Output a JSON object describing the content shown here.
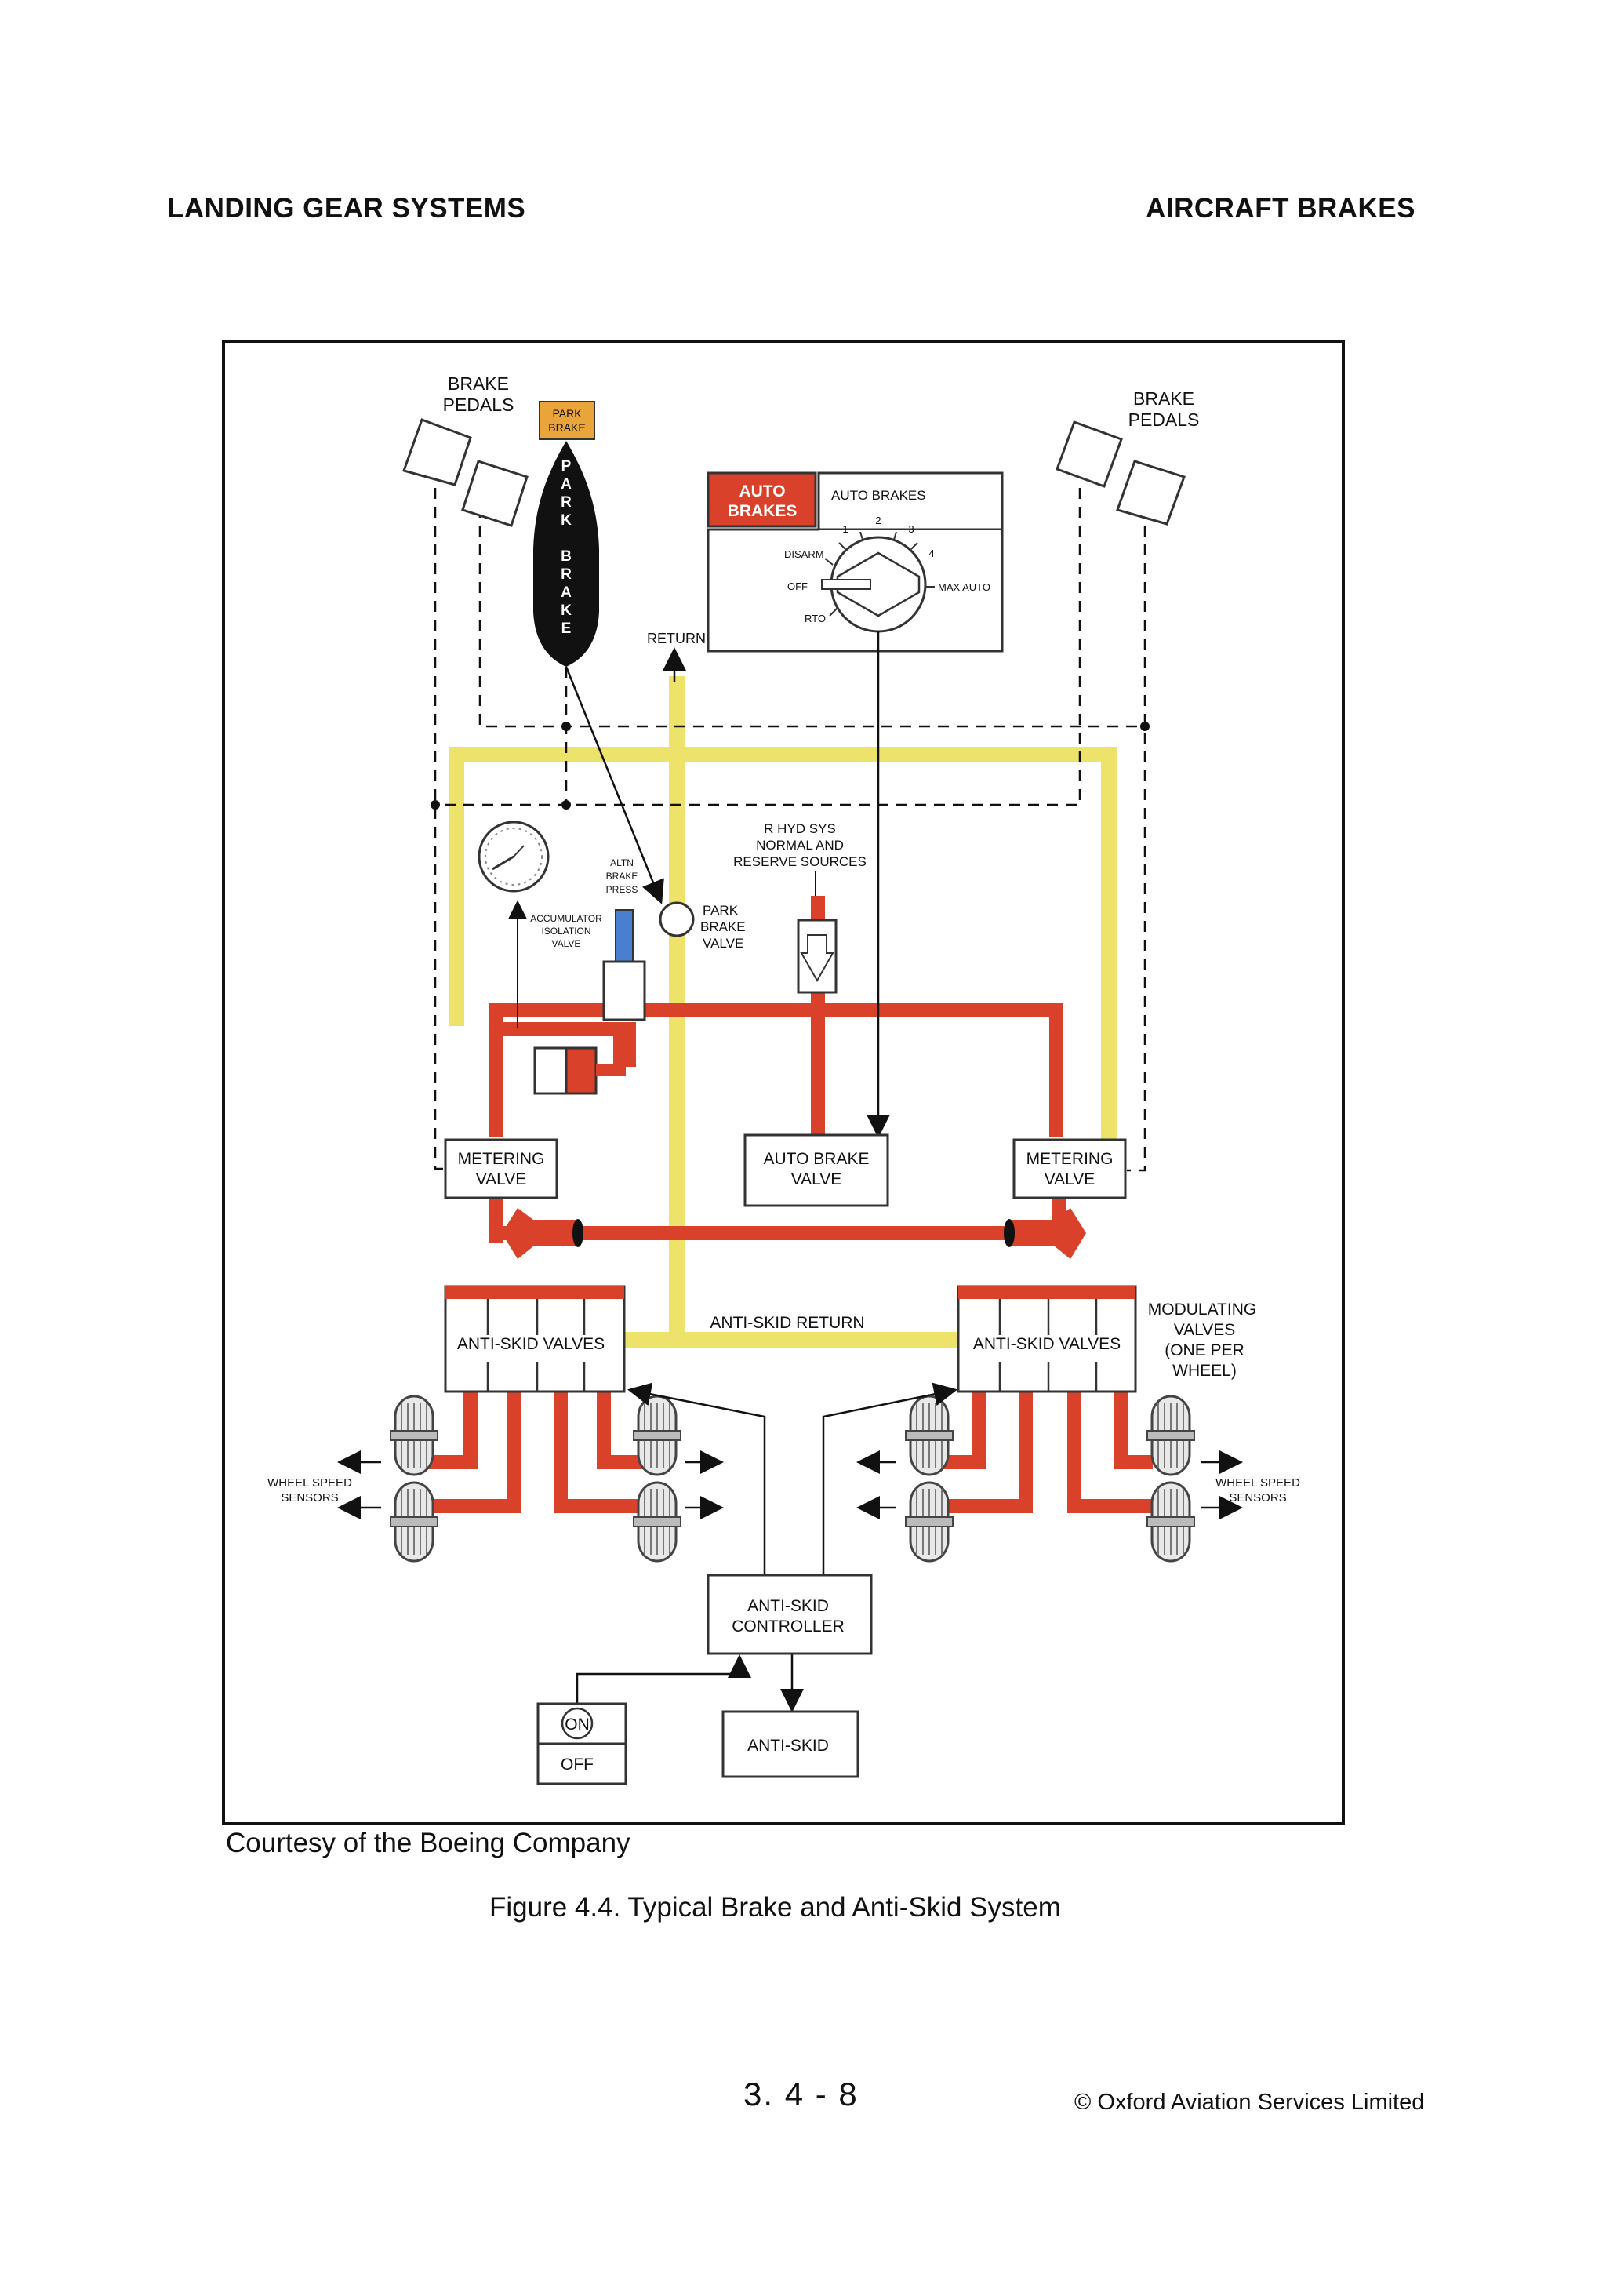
{
  "header": {
    "left": "LANDING GEAR SYSTEMS",
    "right": "AIRCRAFT BRAKES"
  },
  "diagram": {
    "brake_pedals_left": [
      "BRAKE",
      "PEDALS"
    ],
    "brake_pedals_right": [
      "BRAKE",
      "PEDALS"
    ],
    "park_brake_tag": [
      "PARK",
      "BRAKE"
    ],
    "park_brake_handle": [
      "P",
      "A",
      "R",
      "K",
      "",
      "B",
      "R",
      "A",
      "K",
      "E"
    ],
    "auto_brakes_button": [
      "AUTO",
      "BRAKES"
    ],
    "auto_brakes_panel_title": "AUTO BRAKES",
    "auto_brakes_positions": {
      "p1": "1",
      "p2": "2",
      "p3": "3",
      "p4": "4",
      "disarm": "DISARM",
      "off": "OFF",
      "rto": "RTO",
      "max_auto": "MAX AUTO"
    },
    "return_label": "RETURN",
    "hyd_source": [
      "R HYD SYS",
      "NORMAL AND",
      "RESERVE SOURCES"
    ],
    "altn_brake_press": [
      "ALTN",
      "BRAKE",
      "PRESS"
    ],
    "accumulator_valve": [
      "ACCUMULATOR",
      "ISOLATION",
      "VALVE"
    ],
    "park_brake_valve": [
      "PARK",
      "BRAKE",
      "VALVE"
    ],
    "metering_valve_left": [
      "METERING",
      "VALVE"
    ],
    "metering_valve_right": [
      "METERING",
      "VALVE"
    ],
    "auto_brake_valve": [
      "AUTO BRAKE",
      "VALVE"
    ],
    "anti_skid_return": "ANTI-SKID RETURN",
    "anti_skid_valves_left": "ANTI-SKID VALVES",
    "anti_skid_valves_right": "ANTI-SKID VALVES",
    "modulating_valves": [
      "MODULATING",
      "VALVES",
      "(ONE PER",
      "WHEEL)"
    ],
    "wheel_speed_sensors_left": [
      "WHEEL SPEED",
      "SENSORS"
    ],
    "wheel_speed_sensors_right": [
      "WHEEL SPEED",
      "SENSORS"
    ],
    "anti_skid_controller": [
      "ANTI-SKID",
      "CONTROLLER"
    ],
    "switch_on": "ON",
    "switch_off": "OFF",
    "anti_skid_light": "ANTI-SKID",
    "colors": {
      "pressure": "#d9412a",
      "return": "#ede36a",
      "park_tag": "#e9a53a",
      "auto_button": "#d9412a",
      "accumulator": "#4a7fd0"
    }
  },
  "courtesy": "Courtesy of the Boeing Company",
  "caption": "Figure 4.4.  Typical Brake and Anti-Skid System",
  "page_number": "3. 4 - 8",
  "copyright": "© Oxford Aviation Services Limited"
}
